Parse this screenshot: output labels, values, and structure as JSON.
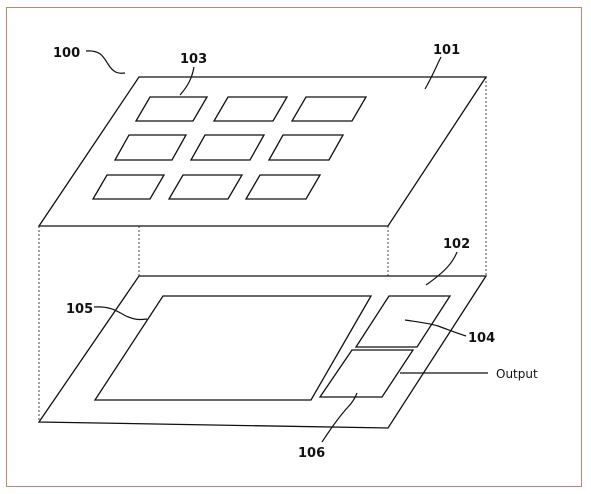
{
  "figure": {
    "labels": {
      "device": "100",
      "top_panel": "101",
      "bottom_panel": "102",
      "buttons": "103",
      "module": "104",
      "display": "105",
      "port": "106"
    },
    "output_label": "Output",
    "colors": {
      "frame_border": "#c8826e",
      "line": "#111111"
    }
  }
}
